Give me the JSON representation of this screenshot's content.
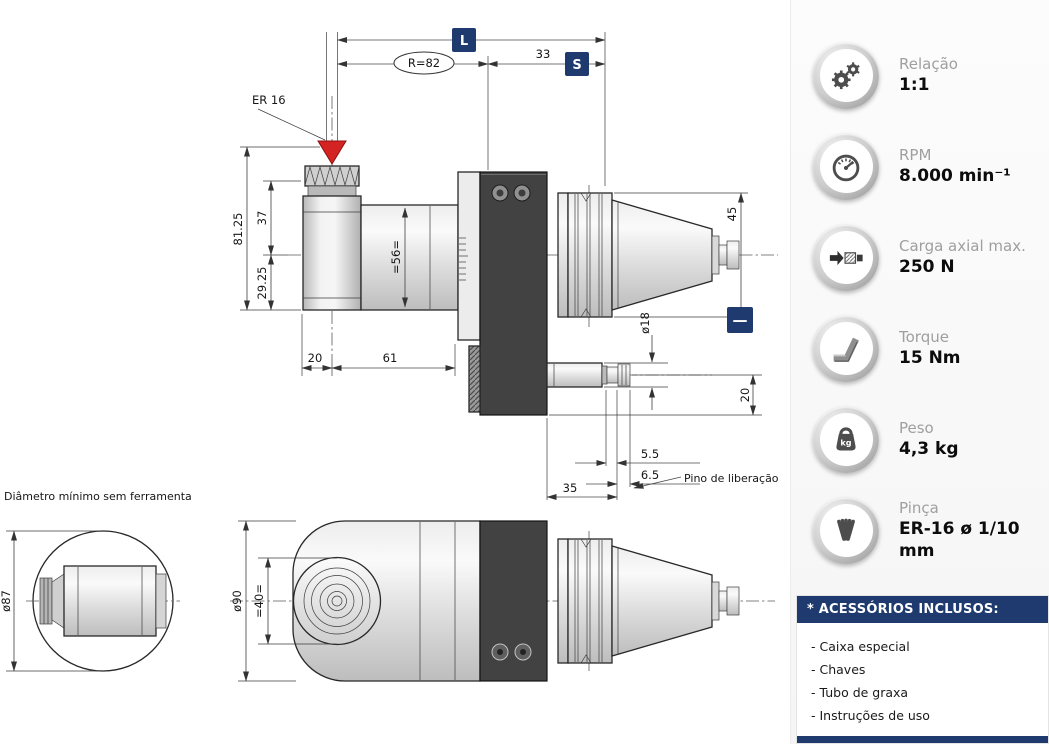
{
  "drawing": {
    "top": {
      "L": "L",
      "S": "S",
      "R": "R=82",
      "d33": "33",
      "er": "ER 16",
      "d8125": "81.25",
      "d37": "37",
      "d2925": "29.25",
      "d56": "=56=",
      "d20a": "20",
      "d61": "61",
      "d45": "45",
      "dia18": "ø18",
      "d20b": "20",
      "d55": "5.5",
      "d65": "6.5",
      "d35": "35",
      "pin": "Pino de liberação",
      "mk": "—"
    },
    "front": {
      "dia90": "ø90",
      "d40": "=40="
    },
    "detail": {
      "caption": "Diâmetro mínimo sem ferramenta",
      "dia87": "ø87"
    }
  },
  "specs": [
    {
      "icon": "gears-icon",
      "label": "Relação",
      "value": "1:1"
    },
    {
      "icon": "rpm-gauge-icon",
      "label": "RPM",
      "value": "8.000 min⁻¹"
    },
    {
      "icon": "axial-load-icon",
      "label": "Carga axial max.",
      "value": "250 N"
    },
    {
      "icon": "torque-icon",
      "label": "Torque",
      "value": "15 Nm"
    },
    {
      "icon": "weight-icon",
      "label": "Peso",
      "value": "4,3 kg",
      "icon_text": "kg"
    },
    {
      "icon": "collet-icon",
      "label": "Pinça",
      "value": "ER-16 ø 1/10 mm"
    }
  ],
  "accessories": {
    "title": "* ACESSÓRIOS INCLUSOS:",
    "items": [
      "- Caixa especial",
      "- Chaves",
      "- Tubo de graxa",
      "- Instruções de uso"
    ]
  },
  "colors": {
    "accent_navy": "#1e3a6e",
    "marker_red": "#d42323"
  }
}
